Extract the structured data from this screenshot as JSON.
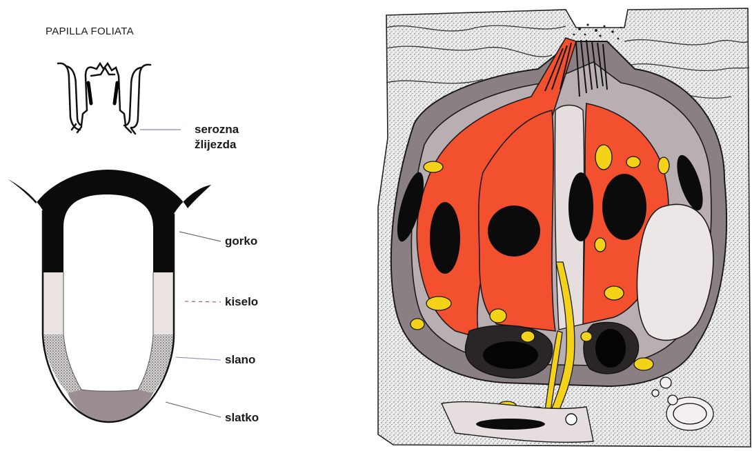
{
  "left_figure": {
    "title": "PAPILLA FOLIATA",
    "papilla_label_line1": "serozna",
    "papilla_label_line2": "žlijezda",
    "tongue_labels": [
      "gorko",
      "kiselo",
      "slano",
      "slatko"
    ]
  },
  "colors": {
    "bitter_zone": "#0d0d0d",
    "sour_zone": "#e8dede",
    "salty_zone": "#d9d4d4",
    "sweet_zone": "#9b8e92",
    "taste_cell_red": "#f2502e",
    "taste_cell_yellow": "#f5d21a",
    "cell_gray": "#8a8084",
    "cell_light": "#e6dede",
    "stipple_bg": "#e4e4e4"
  }
}
